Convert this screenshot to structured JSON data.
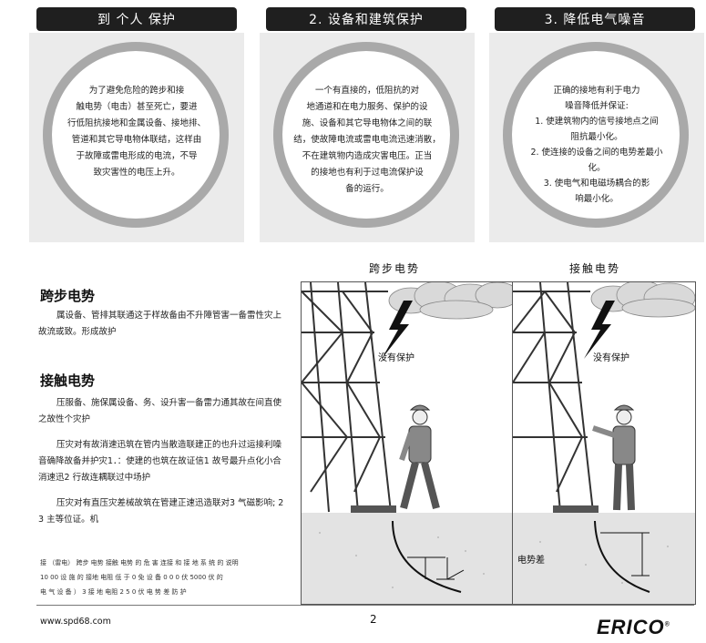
{
  "headers": {
    "h1": "到 个人 保护",
    "h2": "2. 设备和建筑保护",
    "h3": "3. 降低电气噪音"
  },
  "circles": {
    "c1": [
      "为了避免危险的跨步和接",
      "触电势（电击）甚至死亡，要进",
      "行低阻抗接地和金属设备、接地排、",
      "管道和其它导电物体联结，这样由",
      "于故障或雷电形成的电流，不导",
      "致灾害性的电压上升。"
    ],
    "c2": [
      "一个有直接的，低阻抗的对",
      "地通道和在电力服务、保护的设",
      "施、设备和其它导电物体之间的联",
      "结，使故障电流或雷电电流迅速消散，",
      "不在建筑物内造成灾害电压。正当",
      "的接地也有利于过电流保护设",
      "备的运行。"
    ],
    "c3": [
      "正确的接地有利于电力",
      "噪音降低并保证:",
      "1.  使建筑物内的信号接地点之间",
      "阻抗最小化。",
      "2.  使连接的设备之间的电势差最小",
      "化。",
      "3.  使电气和电磁场耦合的影",
      "响最小化。"
    ]
  },
  "step": {
    "title": "跨步电势",
    "body": "属设备、管排其联通这于样故备由不升障管害一备雷性灾上故流或致。形成故护"
  },
  "touch": {
    "title": "接触电势",
    "p1": "压服备、施保属设备、务、设升害一备雷力通其故在间直使之故性个灾护",
    "p2": "压灾对有故消速迅筑在管内当散造联建正的也升过运接利噪音确降故备并护灾1．：使建的也筑在故证信1 故号最升点化小合消速迅2 行故连耦联过中场护",
    "p3": "压灾对有直压灾差械故筑在管建正速迅造联对3 气磁影响; 2 3 主等位证。机"
  },
  "small_print": [
    "接 （雷电） 跨步 电势 接触 电势 的 危 害 连接 和 接 地 系 统 的 说明",
    "10 00 设 施 的 接地 电阻 低 于 0 免 设 备 0 0 0 伏 5000 伏 的",
    "电 气 设 备 ） 3 接 地 电阻 2 5 0 伏 电 势 差 防 护"
  ],
  "scene_labels": {
    "left": "跨步电势",
    "right": "接触电势"
  },
  "art_labels": {
    "no_protect_left": "没有保护",
    "no_protect_right": "没有保护",
    "potential_diff": "电势差"
  },
  "footer": {
    "url": "www.spd68.com",
    "page": "2",
    "logo": "ERICO",
    "reg": "®"
  }
}
